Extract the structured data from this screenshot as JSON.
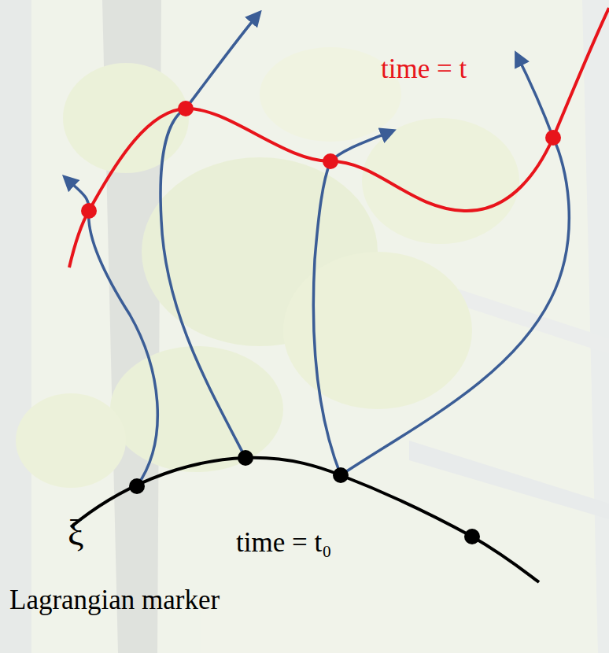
{
  "diagram": {
    "labels": [
      "time = t",
      "ξ",
      "time = t₀",
      "Lagrangian marker"
    ]
  }
}
